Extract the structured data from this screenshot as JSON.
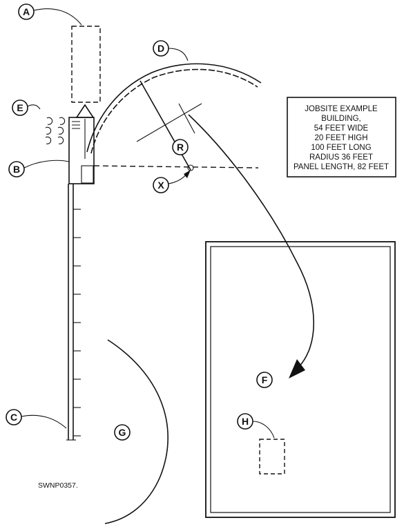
{
  "callouts": {
    "a": "A",
    "b": "B",
    "c": "C",
    "d": "D",
    "e": "E",
    "f": "F",
    "g": "G",
    "h": "H",
    "r": "R",
    "x": "X"
  },
  "info_box": {
    "line1": "JOBSITE EXAMPLE",
    "line2": "BUILDING,",
    "line3": "54 FEET WIDE",
    "line4": "20 FEET HIGH",
    "line5": "100 FEET LONG",
    "line6": "RADIUS 36 FEET",
    "line7": "PANEL LENGTH, 82 FEET"
  },
  "figure_code": "SWNP0357."
}
